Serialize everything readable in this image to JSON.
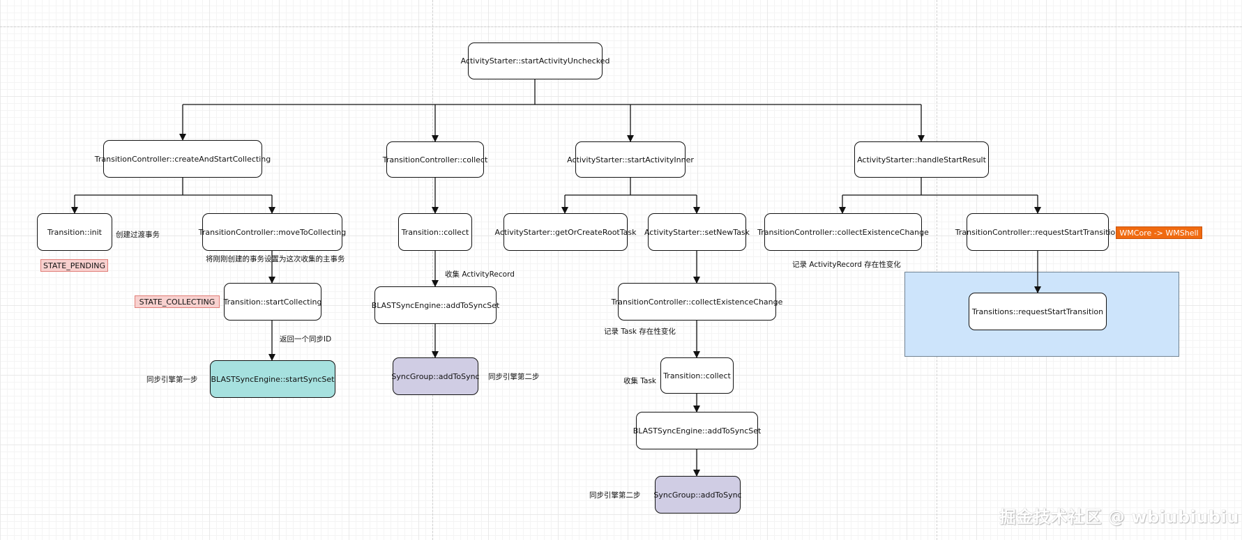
{
  "nodes": {
    "n_root": "ActivityStarter::startActivityUnchecked",
    "n_create": "TransitionController::createAndStartCollecting",
    "n_tc_collect": "TransitionController::collect",
    "n_inner": "ActivityStarter::startActivityInner",
    "n_handle": "ActivityStarter::handleStartResult",
    "n_init": "Transition::init",
    "n_move": "TransitionController::moveToCollecting",
    "n_start_col": "Transition::startCollecting",
    "n_startsync": "BLASTSyncEngine::startSyncSet",
    "n_t_collect": "Transition::collect",
    "n_addsyncset": "BLASTSyncEngine::addToSyncSet",
    "n_addtosync": "SyncGroup::addToSync",
    "n_getroot": "ActivityStarter::getOrCreateRootTask",
    "n_setnewtask": "ActivityStarter::setNewTask",
    "n_existence2": "TransitionController::collectExistenceChange",
    "n_t_collect2": "Transition::collect",
    "n_addsyncset2": "BLASTSyncEngine::addToSyncSet",
    "n_addtosync2": "SyncGroup::addToSync",
    "n_existence": "TransitionController::collectExistenceChange",
    "n_reqstart": "TransitionController::requestStartTransition",
    "n_shell_req": "Transitions::requestStartTransition"
  },
  "labels": {
    "l_create_tx": "创建过渡事务",
    "l_set_main": "将刚刚创建的事务设置为这次收集的主事务",
    "l_return_id": "返回一个同步ID",
    "l_sync_step1": "同步引擎第一步",
    "l_collect_ar": "收集 ActivityRecord",
    "l_sync_step2": "同步引擎第二步",
    "l_record_task": "记录 Task 存在性变化",
    "l_collect_task": "收集 Task",
    "l_sync_step2b": "同步引擎第二步",
    "l_record_ar": "记录 ActivityRecord 存在性变化"
  },
  "tags": {
    "t_pending": "STATE_PENDING",
    "t_collecting": "STATE_COLLECTING",
    "t_wm": "WMCore  -> WMShell"
  },
  "colors": {
    "edge": "#111111",
    "teal_node": "#a6e1df",
    "purple_node": "#d0cde4",
    "shell_group": "#cde4fb",
    "state_tag": "#f8d1cf",
    "wm_badge": "#f06a10"
  },
  "watermark": "掘金技术社区 @ wbiubiubiu"
}
